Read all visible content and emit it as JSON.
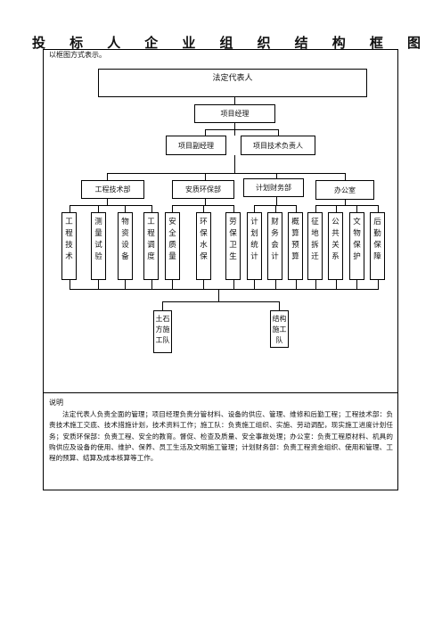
{
  "title_chars": [
    "投",
    "标",
    "人",
    "企",
    "业",
    "组",
    "织",
    "结",
    "构",
    "框",
    "图"
  ],
  "intro": "以框图方式表示。",
  "top": "法定代表人",
  "manager": "项目经理",
  "deputy": "项目副经理",
  "tech_lead": "项目技术负责人",
  "departments": [
    "工程技术部",
    "安质环保部",
    "计划财务部",
    "办公室"
  ],
  "sub_units": [
    "工程技术",
    "测量试验",
    "物资设备",
    "工程调度",
    "安全质量",
    "环保水保",
    "劳保卫生",
    "计划统计",
    "财务会计",
    "概算预算",
    "征地拆迁",
    "公共关系",
    "文物保护",
    "后勤保障"
  ],
  "teams": [
    "土石方施工队",
    "结构施工队"
  ],
  "notes_title": "说明",
  "notes": "法定代表人负责全面的管理；项目经理负责分管材料、设备的供应、管理、维修和后勤工程；工程技术部：负责技术施工交底、技术措施计划，技术资料工作；施工队：负责施工组织、实施、劳动调配，现实施工进度计划任务；安质环保部：负责工程、安全的教育。督促、检查及质量、安全事故处理；办公室：负责工程原材料、机具的购供应及设备的使用、维护、保养、员工生活及文明施工管理；计划财务部：负责工程资金组织、使用和管理、工程的预算、结算及成本核算等工作。"
}
